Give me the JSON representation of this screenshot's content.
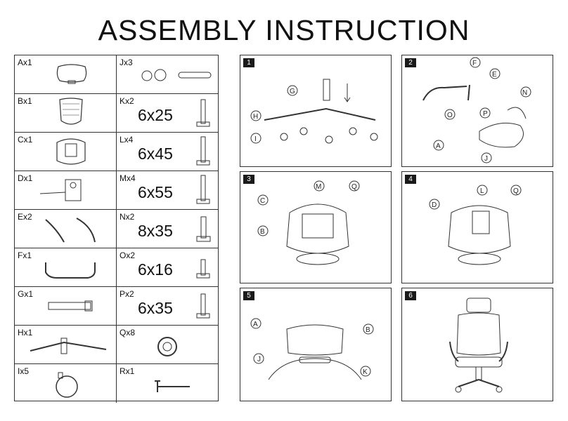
{
  "title": "ASSEMBLY INSTRUCTION",
  "parts": [
    {
      "label": "Ax1",
      "size": ""
    },
    {
      "label": "Jx3",
      "size": ""
    },
    {
      "label": "Bx1",
      "size": ""
    },
    {
      "label": "Kx2",
      "size": "6x25"
    },
    {
      "label": "Cx1",
      "size": ""
    },
    {
      "label": "Lx4",
      "size": "6x45"
    },
    {
      "label": "Dx1",
      "size": ""
    },
    {
      "label": "Mx4",
      "size": "6x55"
    },
    {
      "label": "Ex2",
      "size": ""
    },
    {
      "label": "Nx2",
      "size": "8x35"
    },
    {
      "label": "Fx1",
      "size": ""
    },
    {
      "label": "Ox2",
      "size": "6x16"
    },
    {
      "label": "Gx1",
      "size": ""
    },
    {
      "label": "Px2",
      "size": "6x35"
    },
    {
      "label": "Hx1",
      "size": ""
    },
    {
      "label": "Qx8",
      "size": ""
    },
    {
      "label": "Ix5",
      "size": ""
    },
    {
      "label": "Rx1",
      "size": ""
    }
  ],
  "steps": [
    {
      "number": "1",
      "callouts": [
        "G",
        "H",
        "I"
      ]
    },
    {
      "number": "2",
      "callouts": [
        "F",
        "E",
        "N",
        "O",
        "P",
        "A",
        "J"
      ]
    },
    {
      "number": "3",
      "callouts": [
        "M",
        "Q",
        "C",
        "B"
      ]
    },
    {
      "number": "4",
      "callouts": [
        "L",
        "Q",
        "D"
      ]
    },
    {
      "number": "5",
      "callouts": [
        "A",
        "B",
        "J",
        "K"
      ]
    },
    {
      "number": "6",
      "callouts": []
    }
  ]
}
